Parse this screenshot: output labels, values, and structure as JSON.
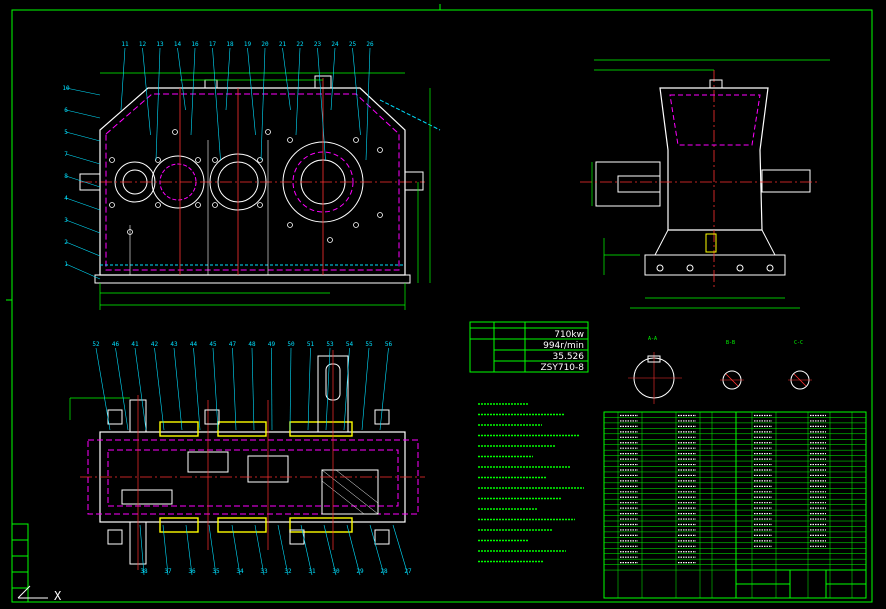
{
  "drawing": {
    "balloons_front": [
      "11",
      "12",
      "13",
      "14",
      "16",
      "17",
      "18",
      "19",
      "20",
      "21",
      "22",
      "23",
      "24",
      "25",
      "26"
    ],
    "balloons_left": [
      "10",
      "6",
      "5",
      "7",
      "8",
      "4",
      "3",
      "2",
      "1"
    ],
    "balloons_plan_top": [
      "52",
      "46",
      "41",
      "42",
      "43",
      "44",
      "45",
      "47",
      "48",
      "49",
      "50",
      "51",
      "53",
      "54",
      "55",
      "56"
    ],
    "balloons_plan_bottom": [
      "38",
      "37",
      "36",
      "35",
      "34",
      "33",
      "32",
      "31",
      "30",
      "29",
      "28",
      "27"
    ],
    "spec_table": {
      "rows": [
        {
          "value": "710kw"
        },
        {
          "value": "994r/min"
        },
        {
          "value": "35.526"
        },
        {
          "value": "ZSY710-8"
        }
      ]
    },
    "section_labels": [
      "A-A",
      "B-B",
      "C-C"
    ],
    "corner_mark": "X"
  },
  "colors": {
    "background": "#000000",
    "frame": "#00ff00",
    "outline": "#ffffff",
    "centerline": "#ff3030",
    "dimension": "#00ff00",
    "leader": "#00e0ff",
    "hidden": "#ff00ff",
    "highlight": "#ffff00"
  }
}
